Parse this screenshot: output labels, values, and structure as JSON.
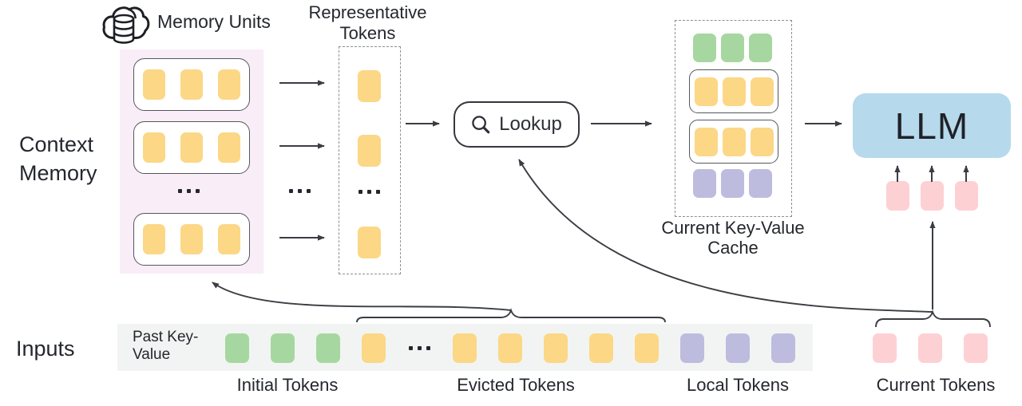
{
  "colors": {
    "text": "#24272d",
    "line": "#3a3d42",
    "token_initial": "#a7d7a0",
    "token_evicted": "#fbd786",
    "token_local": "#bdbcdf",
    "token_current": "#fdd0d4",
    "llm_box": "#b6d9ec",
    "memory_bg": "#f9edf8",
    "inputs_bg": "#f2f4f3"
  },
  "context_memory": {
    "label": "Context Memory",
    "unit_row_count": 3,
    "tokens_per_unit": 3,
    "ellipsis": "..."
  },
  "memory_units": {
    "title": "Memory Units",
    "icon": "cloud-database-icon"
  },
  "representative": {
    "title": "Representative Tokens",
    "token_count": 3,
    "ellipsis": "..."
  },
  "flow": {
    "ellipsis_between_arrows": "..."
  },
  "lookup": {
    "label": "Lookup",
    "icon": "search-icon"
  },
  "cache": {
    "title": "Current Key-Value Cache",
    "rows": [
      {
        "type": "initial",
        "boxed": false,
        "token_count": 3
      },
      {
        "type": "evicted",
        "boxed": true,
        "token_count": 3
      },
      {
        "type": "evicted",
        "boxed": true,
        "token_count": 3
      },
      {
        "type": "local",
        "boxed": false,
        "token_count": 3
      }
    ]
  },
  "llm": {
    "label": "LLM",
    "current_token_count": 3
  },
  "inputs": {
    "label": "Inputs",
    "row_label": "Past Key-Value",
    "ellipsis": "...",
    "groups": [
      {
        "label": "Initial Tokens",
        "type": "initial",
        "token_count": 3
      },
      {
        "label": "Evicted Tokens",
        "type": "evicted",
        "tokens_before_ellipsis": 1,
        "tokens_after_ellipsis": 5
      },
      {
        "label": "Local Tokens",
        "type": "local",
        "token_count": 3
      },
      {
        "label": "Current Tokens",
        "type": "current",
        "token_count": 3
      }
    ]
  }
}
